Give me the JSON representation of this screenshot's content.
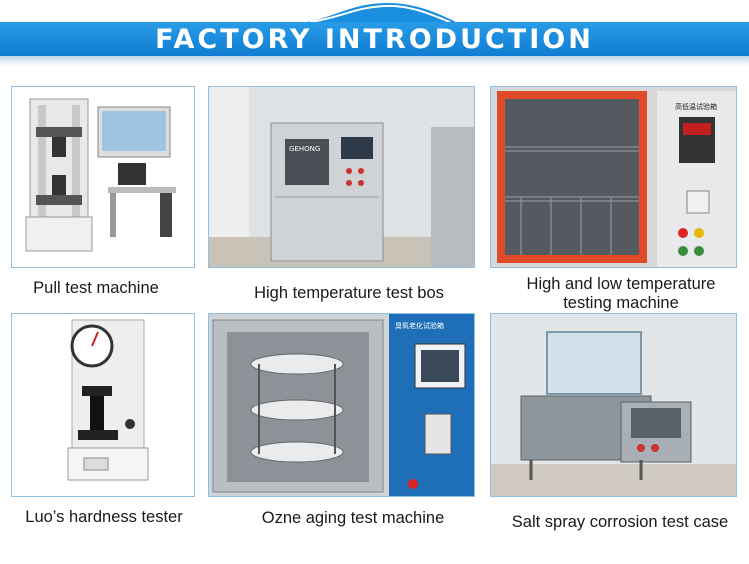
{
  "header": {
    "title": "FACTORY INTRODUCTION"
  },
  "products": [
    {
      "caption": "Pull test machine"
    },
    {
      "caption": "High temperature test bos",
      "brand": "GEHONG"
    },
    {
      "caption": "High and low temperature\ntesting machine",
      "label": "高低温试验箱"
    },
    {
      "caption": "Luo’s hardness tester"
    },
    {
      "caption": "Ozne aging test machine",
      "label": "臭氧老化试验箱"
    },
    {
      "caption": "Salt spray corrosion test case"
    }
  ],
  "colors": {
    "banner": "#1a8fe0",
    "frame": "#8fbfe3"
  }
}
